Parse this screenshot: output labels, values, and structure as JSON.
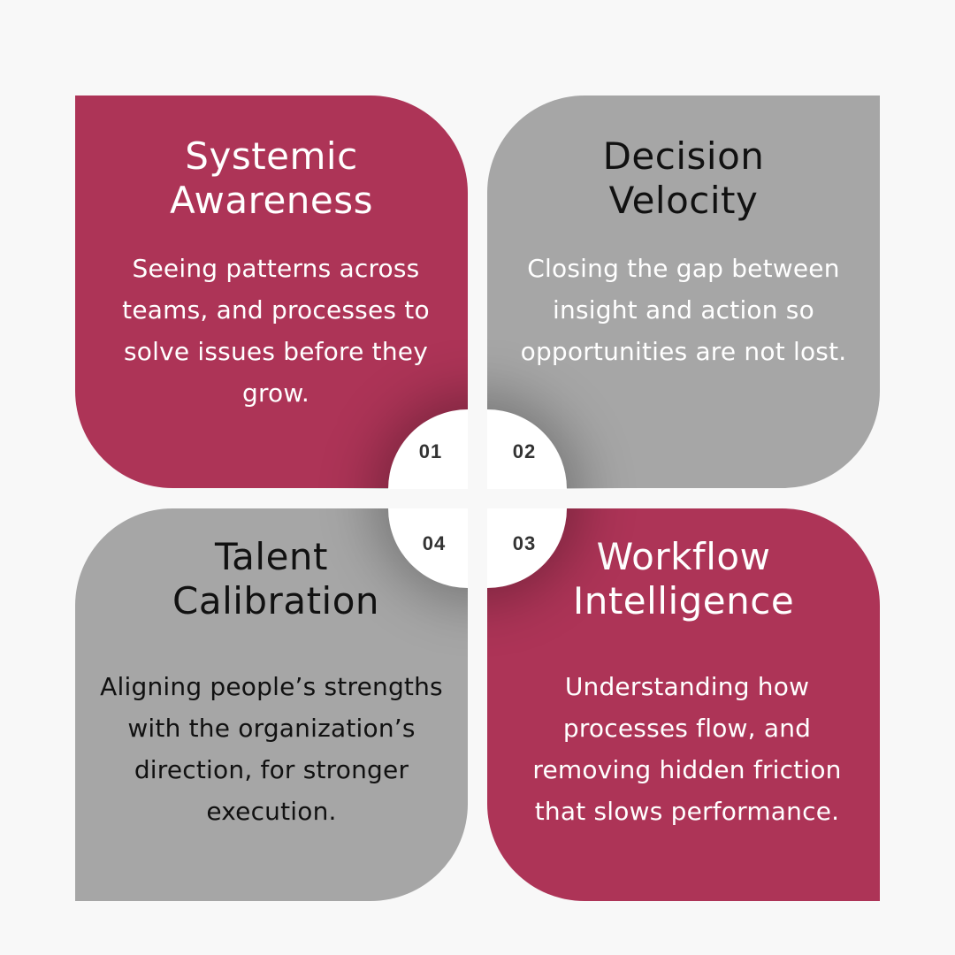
{
  "quadrants": [
    {
      "number": "01",
      "title": "Systemic Awareness",
      "description": "Seeing patterns across teams, and processes to solve issues before they grow."
    },
    {
      "number": "02",
      "title": "Decision Velocity",
      "description": "Closing the gap between insight and action so opportunities are not lost."
    },
    {
      "number": "03",
      "title": "Workflow Intelligence",
      "description": "Understanding how processes flow, and removing hidden friction that slows performance."
    },
    {
      "number": "04",
      "title": "Talent Calibration",
      "description": "Aligning people’s strengths with the organization’s direction, for stronger execution."
    }
  ],
  "colors": {
    "accent": "#ad3457",
    "neutral": "#a6a6a6",
    "background": "#f8f8f8",
    "hub": "#ffffff"
  }
}
